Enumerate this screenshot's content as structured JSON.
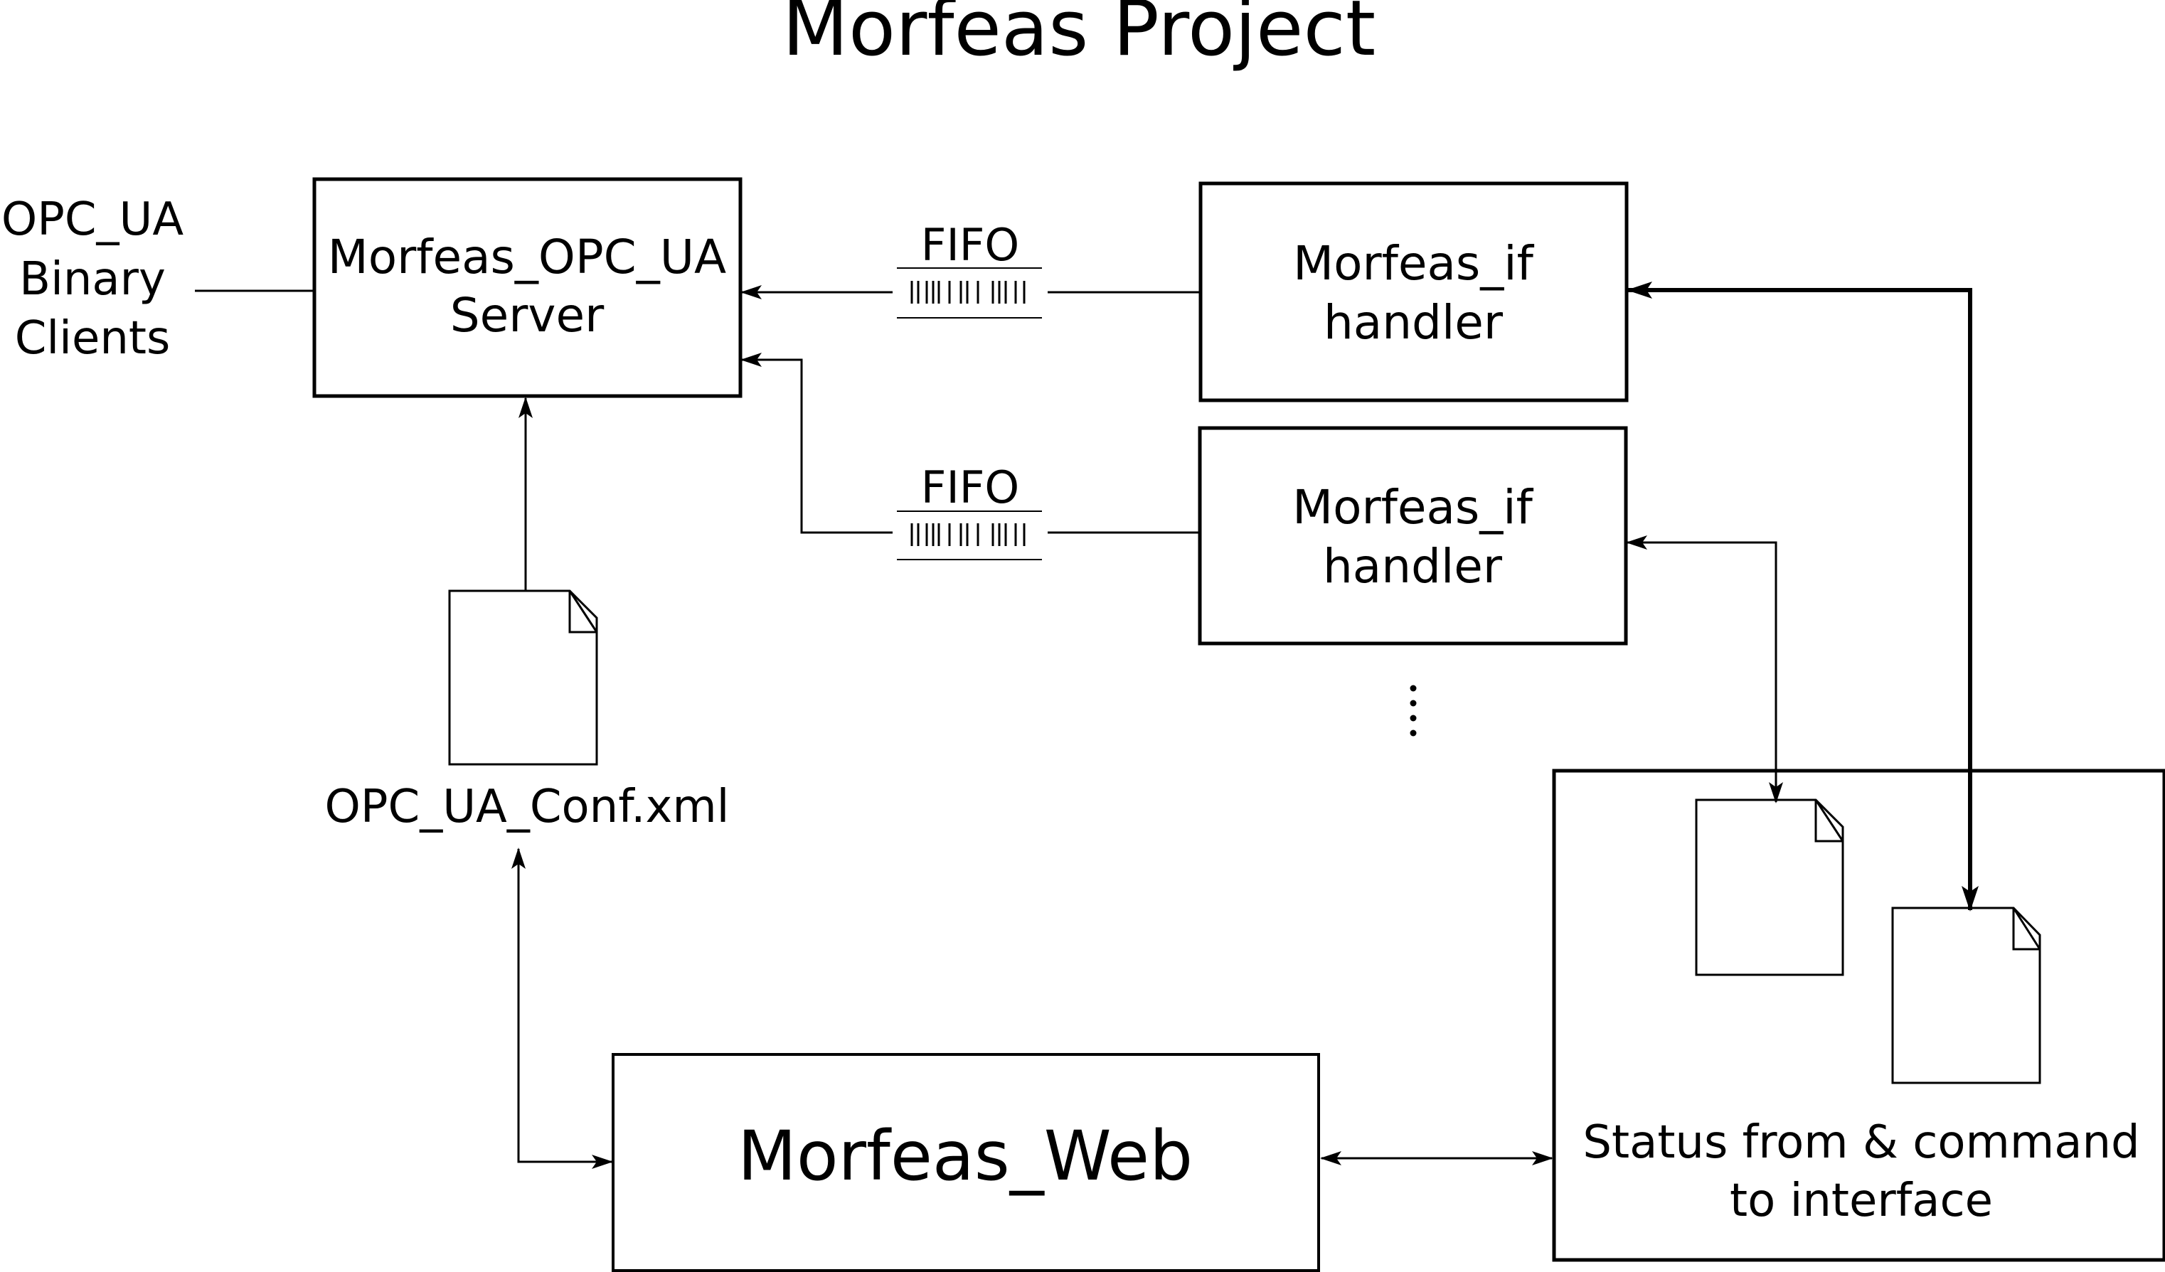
{
  "title": "Morfeas Project",
  "clients_label": [
    "OPC_UA",
    "Binary",
    "Clients"
  ],
  "opc_ua_server": [
    "Morfeas_OPC_UA",
    "Server"
  ],
  "fifo_top": "FIFO",
  "fifo_bottom": "FIFO",
  "if_handler_top": [
    "Morfeas_if",
    "handler"
  ],
  "if_handler_bottom": [
    "Morfeas_if",
    "handler"
  ],
  "config_file": "OPC_UA_Conf.xml",
  "continuation": "⋮",
  "web": "Morfeas_Web",
  "status_box": [
    "Status from & command",
    "to interface"
  ]
}
